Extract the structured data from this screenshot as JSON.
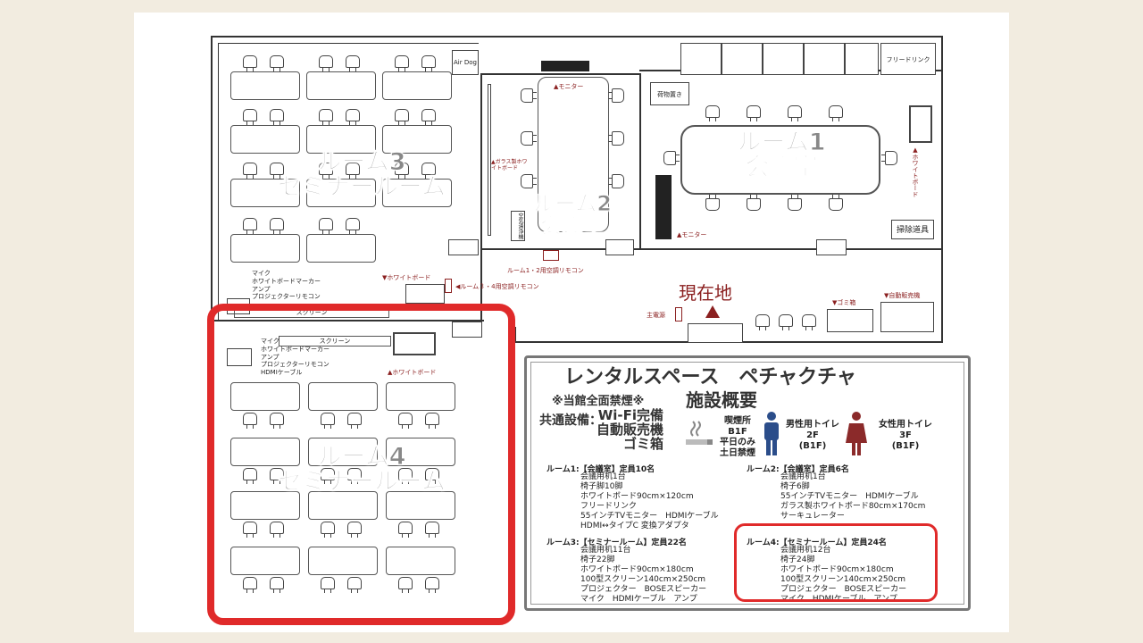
{
  "map": {
    "room3_label_line1": "ルーム3",
    "room3_label_line2": "セミナールーム",
    "room2_label_line1": "ルーム2",
    "room2_label_line2": "会議室",
    "room1_label_line1": "ルーム1",
    "room1_label_line2": "会議室",
    "room4_label_line1": "ルーム4",
    "room4_label_line2": "セミナールーム",
    "airdog": "Air Dog",
    "free_drink": "フリードリンク",
    "luggage": "荷物置き",
    "cleaning_tools": "掃除道具",
    "air_purifier": "空気清浄機",
    "monitor_room2": "▲モニター",
    "monitor_room1": "▲モニター",
    "glass_whiteboard": "▲ガラス製ホワイトボード",
    "whiteboard_room1": "▲ホワイトボード",
    "whiteboard_room3": "▼ホワイトボード",
    "whiteboard_room4": "▲ホワイトボード",
    "remote_12": "ルーム1・2用空調リモコン",
    "remote_34": "◀ルーム３・4用空調リモコン",
    "current_location": "現在地",
    "main_power": "主電源",
    "trash": "▼ゴミ箱",
    "vending": "▼自動販売機",
    "screen_room3": "スクリーン",
    "screen_room4": "スクリーン",
    "room3_equipment": [
      "マイク",
      "ホワイトボードマーカー",
      "アンプ",
      "プロジェクターリモコン"
    ],
    "room4_equipment": [
      "マイク",
      "ホワイトボードマーカー",
      "アンプ",
      "プロジェクターリモコン",
      "HDMIケーブル"
    ]
  },
  "info": {
    "title": "レンタルスペース　ペチャクチャ",
    "subtitle": "施設概要",
    "no_smoking": "※当館全面禁煙※",
    "common_label": "共通設備：",
    "common_items": [
      "Wi-Fi完備",
      "自動販売機",
      "ゴミ箱"
    ],
    "smoking_area": [
      "喫煙所",
      "B1F",
      "平日のみ",
      "土日禁煙"
    ],
    "male_toilet": [
      "男性用トイレ",
      "2F",
      "(B1F)"
    ],
    "female_toilet": [
      "女性用トイレ",
      "3F",
      "(B1F)"
    ],
    "room1_head": "ルーム1:【会議室】定員10名",
    "room1_lines": [
      "会議用机1台",
      "椅子脚10脚",
      "ホワイトボード90cm×120cm",
      "フリードリンク",
      "55インチTVモニター　HDMIケーブル",
      "HDMI↔タイプC 変換アダプタ"
    ],
    "room2_head": "ルーム2:【会議室】定員6名",
    "room2_lines": [
      "会議用机1台",
      "椅子6脚",
      "55インチTVモニター　HDMIケーブル",
      "ガラス製ホワイトボード80cm×170cm",
      "サーキュレーター"
    ],
    "room3_head": "ルーム3:【セミナールーム】定員22名",
    "room3_lines": [
      "会議用机11台",
      "椅子22脚",
      "ホワイトボード90cm×180cm",
      "100型スクリーン140cm×250cm",
      "プロジェクター　BOSEスピーカー",
      "マイク　HDMIケーブル　アンプ"
    ],
    "room4_head": "ルーム4:【セミナールーム】定員24名",
    "room4_lines": [
      "会議用机12台",
      "椅子24脚",
      "ホワイトボード90cm×180cm",
      "100型スクリーン140cm×250cm",
      "プロジェクター　BOSEスピーカー",
      "マイク　HDMIケーブル　アンプ"
    ]
  },
  "colors": {
    "highlight": "#e02a2a",
    "accent_red": "#8b2020",
    "male": "#2b4d8a",
    "female": "#8b2a2a",
    "background": "#f2ece0"
  }
}
